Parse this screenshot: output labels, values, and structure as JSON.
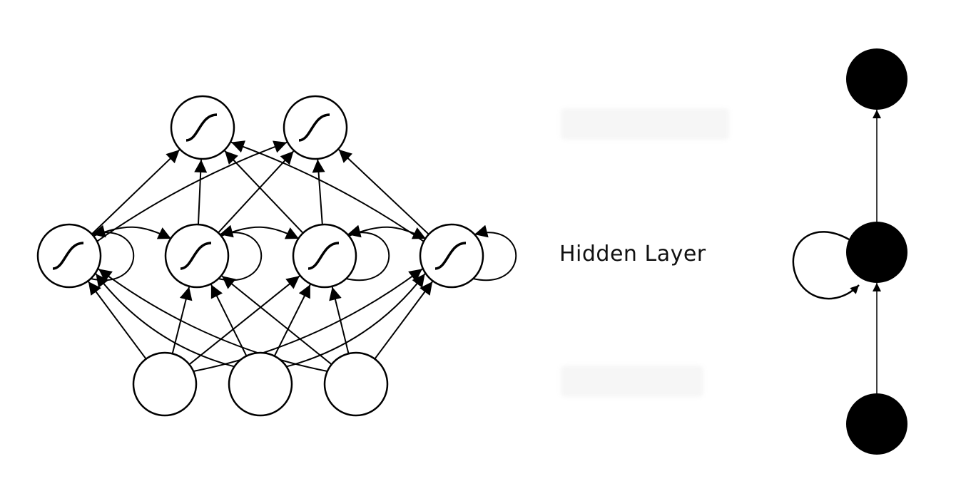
{
  "labels": {
    "hidden": "Hidden Layer",
    "top_hidden_label": "",
    "bottom_hidden_label": ""
  },
  "network": {
    "inputs": [
      "in-1",
      "in-2",
      "in-3"
    ],
    "hidden": [
      "h-1",
      "h-2",
      "h-3",
      "h-4"
    ],
    "outputs": [
      "out-1",
      "out-2"
    ],
    "activation": "sigmoid-icon",
    "recurrent": "self-loop-arrow"
  },
  "folded": {
    "nodes": [
      "output-node",
      "hidden-node",
      "input-node"
    ],
    "node_color": "#000000"
  }
}
